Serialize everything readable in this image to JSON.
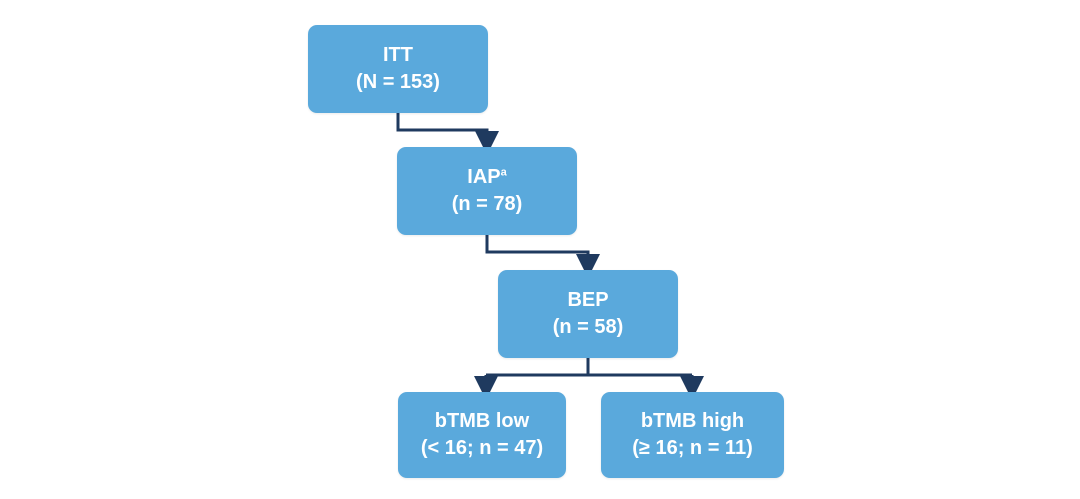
{
  "diagram": {
    "nodes": {
      "itt": {
        "title": "ITT",
        "count": "(N = 153)"
      },
      "iap": {
        "title": "IAP",
        "superscript": "a",
        "count": "(n = 78)"
      },
      "bep": {
        "title": "BEP",
        "count": "(n = 58)"
      },
      "btmb_low": {
        "title": "bTMB low",
        "count": "(< 16; n = 47)"
      },
      "btmb_high": {
        "title": "bTMB high",
        "count": "(≥ 16; n = 11)"
      }
    },
    "edges": [
      {
        "from": "itt",
        "to": "iap"
      },
      {
        "from": "iap",
        "to": "bep"
      },
      {
        "from": "bep",
        "to": "btmb_low"
      },
      {
        "from": "bep",
        "to": "btmb_high"
      }
    ],
    "colors": {
      "box_fill": "#5aa9dc",
      "box_text": "#ffffff",
      "connector": "#1f3a5f"
    }
  }
}
